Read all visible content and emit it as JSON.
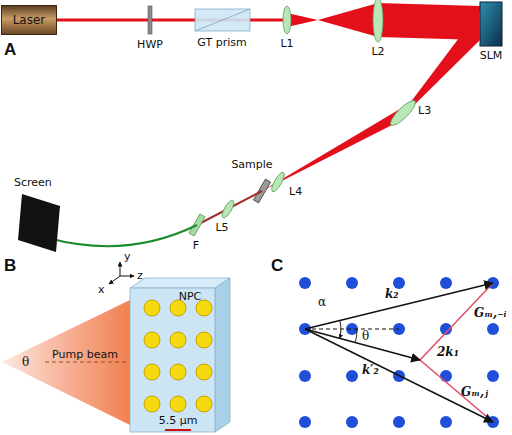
{
  "diagram": {
    "nodes": [
      {
        "text": [
          "Laser"
        ]
      }
    ],
    "labels": [
      "A",
      "HWP",
      "GT prism",
      "L1",
      "L2",
      "SLM",
      "L3",
      "Sample",
      "L4",
      "L5",
      "F",
      "Screen",
      "B",
      "NPC",
      "y",
      "x",
      "z",
      "Pump beam",
      "θ",
      "5.5 μm",
      "C",
      "α",
      "k₂",
      "θ",
      "2k₁",
      "k′₂",
      "Gₘ,₋ᵢ",
      "Gₘ,ⱼ"
    ]
  }
}
